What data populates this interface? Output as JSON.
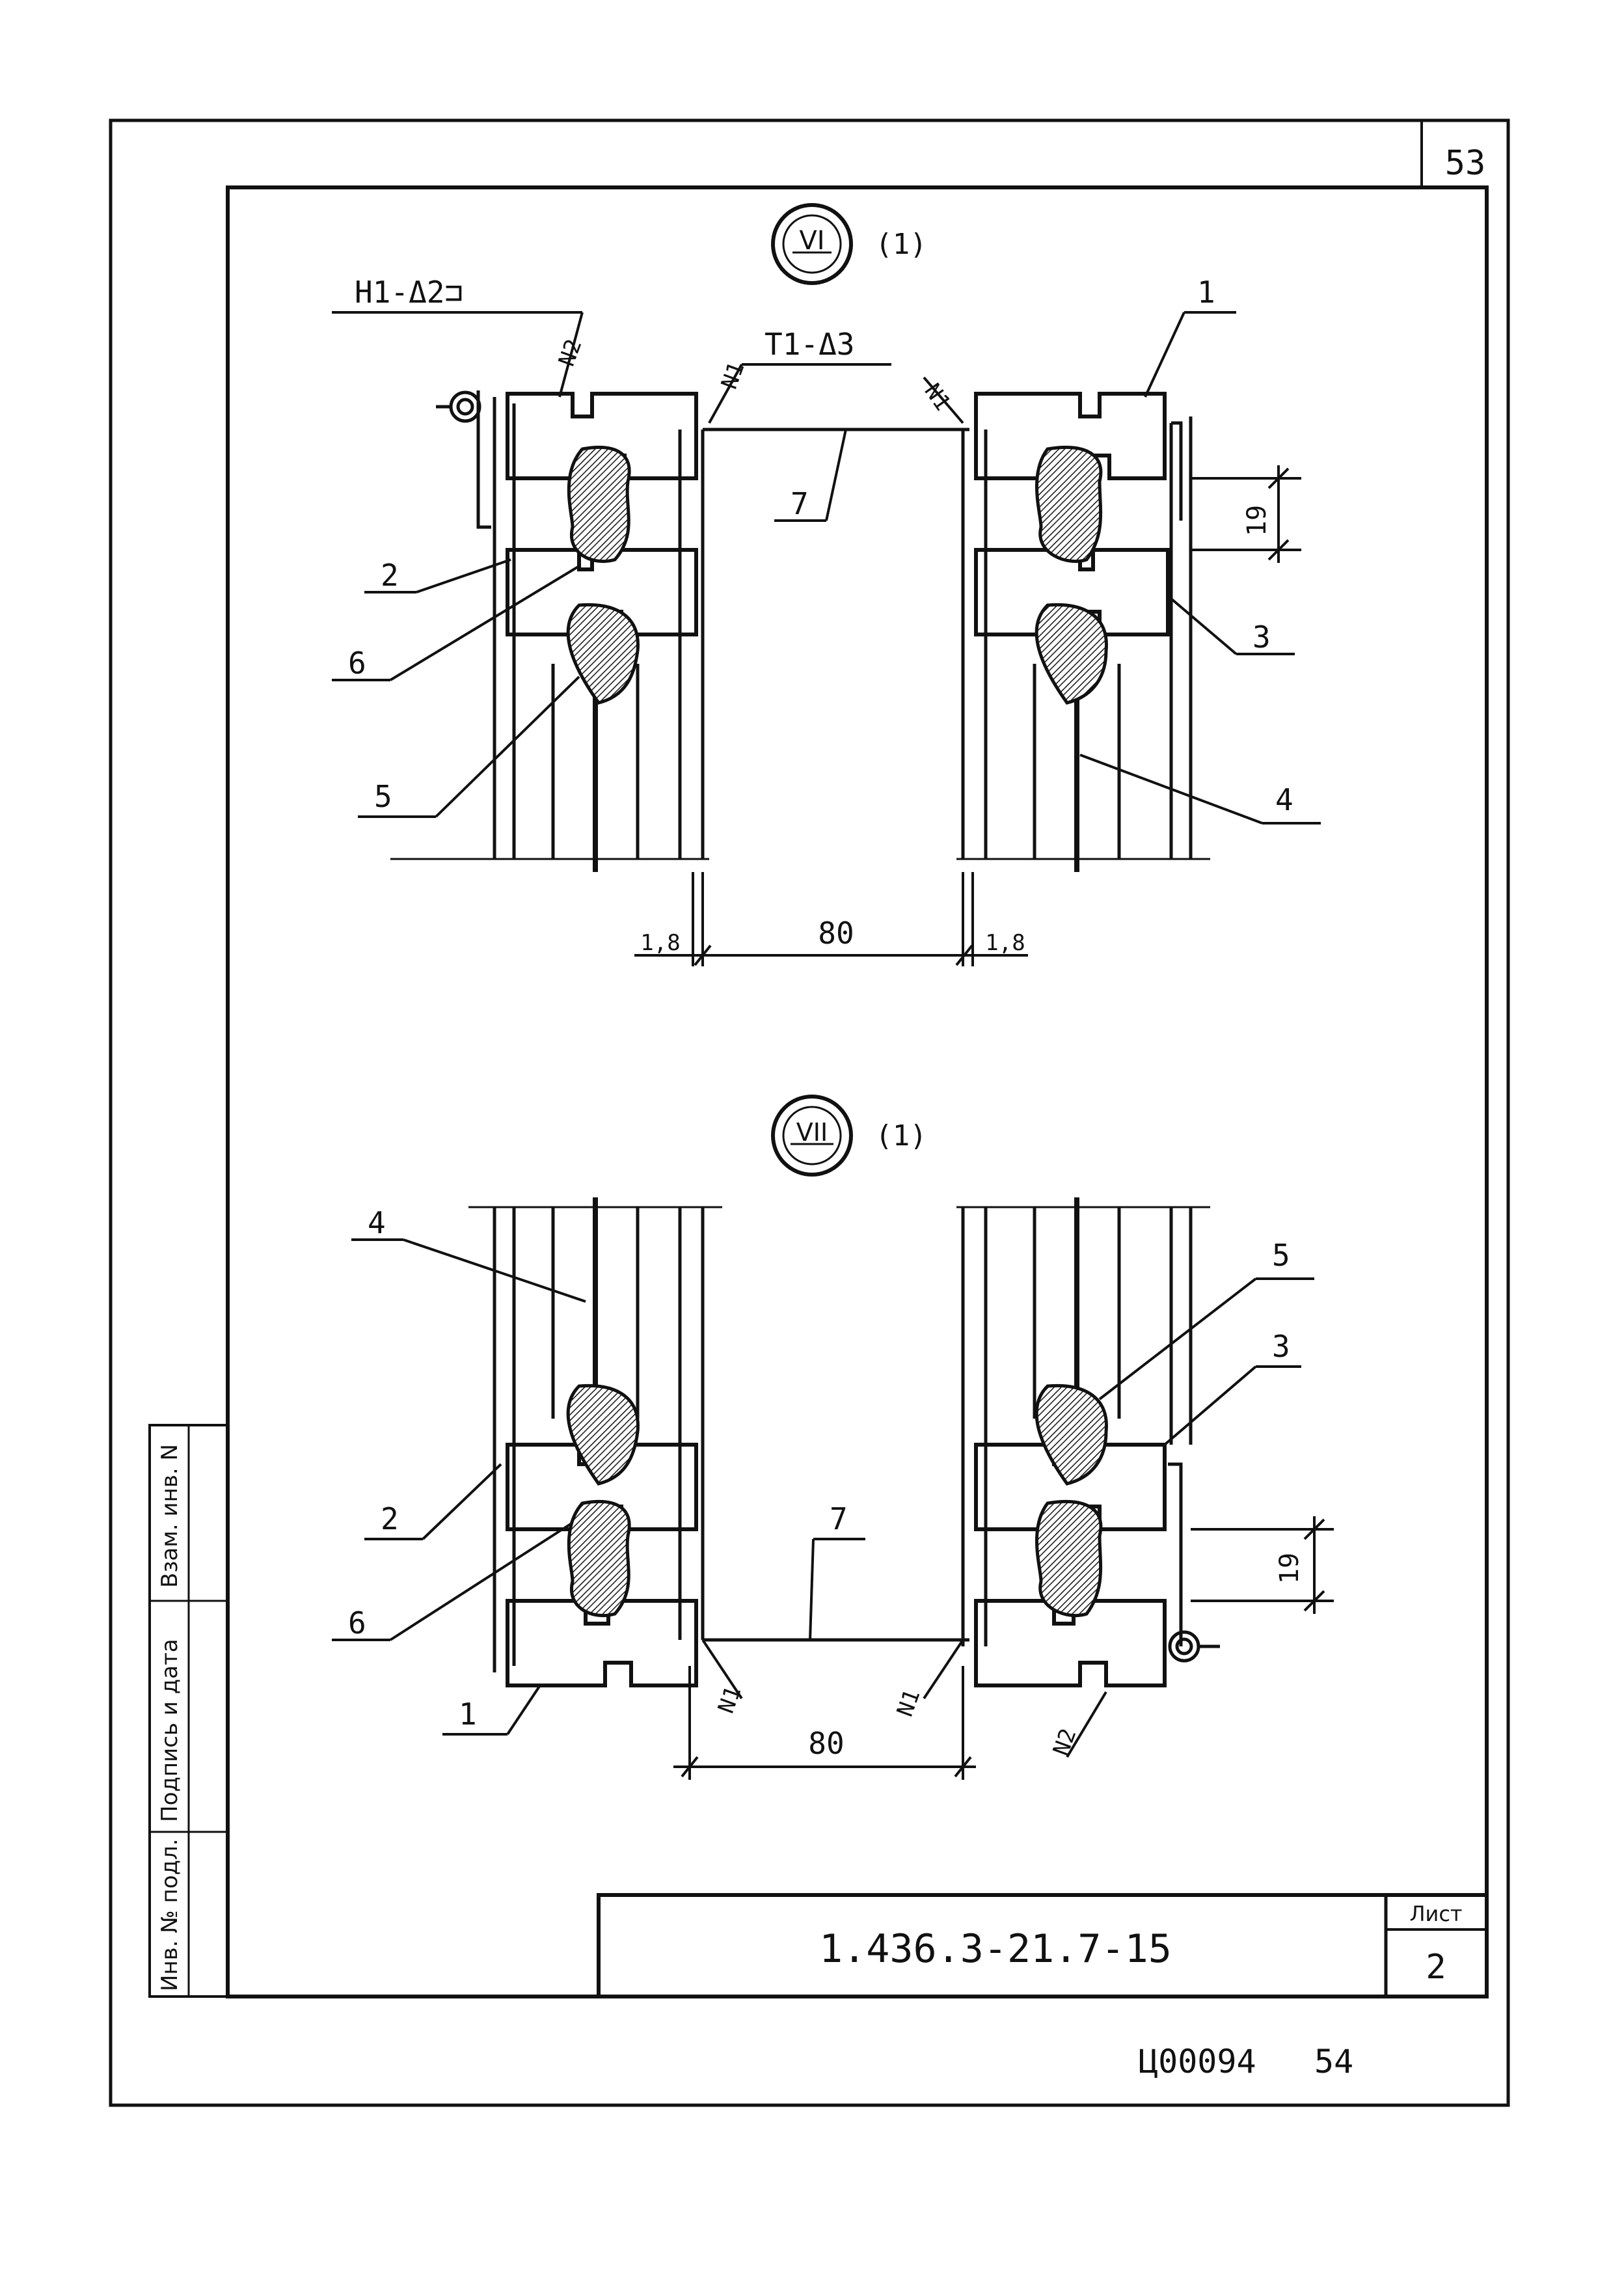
{
  "sheet": {
    "page_number": "53",
    "drawing_code": "1.436.3-21.7-15",
    "sheet_label": "Лист",
    "sheet_number": "2",
    "archive_code": "Ц00094",
    "archive_page": "54"
  },
  "side_stamp": {
    "inv_original": "Инв. № подл.",
    "sign_date": "Подпись и дата",
    "replace_inv": "Взам. инв. N"
  },
  "detail_vi": {
    "marker": "VI",
    "ref": "(1)",
    "weld_top_left": "Н1-Δ2⊐",
    "weld_top_mid": "Т1-Δ3",
    "weld_n1_a": "N1",
    "weld_n1_b": "N1",
    "weld_n2": "N2",
    "callouts": [
      "1",
      "2",
      "3",
      "4",
      "5",
      "6",
      "7"
    ],
    "dim_19": "19",
    "dim_gap": "80",
    "dim_left": "1,8",
    "dim_right": "1,8"
  },
  "detail_vii": {
    "marker": "VII",
    "ref": "(1)",
    "weld_n1_a": "N1",
    "weld_n1_b": "N1",
    "weld_n2": "N2",
    "callouts": [
      "1",
      "2",
      "3",
      "4",
      "5",
      "6",
      "7"
    ],
    "dim_19": "19",
    "dim_gap": "80"
  }
}
